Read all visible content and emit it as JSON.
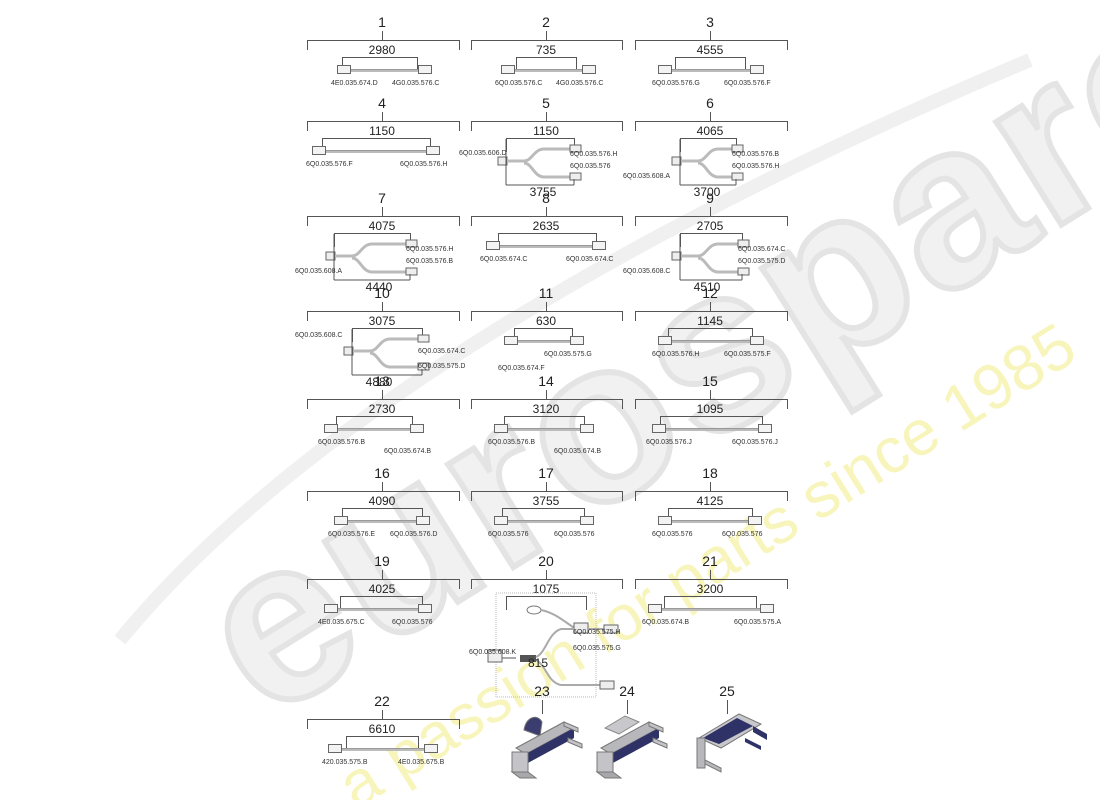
{
  "watermark": {
    "brand": "eurospares",
    "tagline": "a passion for parts since 1985",
    "brand_color": "#e6e6e6",
    "tagline_color": "#f7f3a0"
  },
  "colors": {
    "line": "#555555",
    "text": "#222222",
    "bracket_part_dark": "#2e3266",
    "bracket_part_light": "#b8b8bc"
  },
  "items": [
    {
      "num": "1",
      "length": "2980",
      "left_pn": "4E0.035.674.D",
      "right_pn": "4G0.035.576.C"
    },
    {
      "num": "2",
      "length": "735",
      "left_pn": "6Q0.035.576.C",
      "right_pn": "4G0.035.576.C"
    },
    {
      "num": "3",
      "length": "4555",
      "left_pn": "6Q0.035.576.G",
      "right_pn": "6Q0.035.576.F"
    },
    {
      "num": "4",
      "length": "1150",
      "left_pn": "6Q0.035.576.F",
      "right_pn": "6Q0.035.576.H"
    },
    {
      "num": "5",
      "length": "1150",
      "length2": "3755",
      "left_pn": "6Q0.035.606.D",
      "right_pn": "6Q0.035.576.H",
      "right_pn2": "6Q0.035.576"
    },
    {
      "num": "6",
      "length": "4065",
      "length2": "3700",
      "left_pn": "6Q0.035.608.A",
      "right_pn": "6Q0.035.576.B",
      "right_pn2": "6Q0.035.576.H"
    },
    {
      "num": "7",
      "length": "4075",
      "length2": "4440",
      "left_pn": "6Q0.035.608.A",
      "right_pn": "6Q0.035.576.H",
      "right_pn2": "6Q0.035.576.B"
    },
    {
      "num": "8",
      "length": "2635",
      "left_pn": "6Q0.035.674.C",
      "right_pn": "6Q0.035.674.C"
    },
    {
      "num": "9",
      "length": "2705",
      "length2": "4510",
      "left_pn": "6Q0.035.608.C",
      "right_pn": "6Q0.035.674.C",
      "right_pn2": "6Q0.035.575.D"
    },
    {
      "num": "10",
      "length": "3075",
      "length2": "4880",
      "left_pn": "6Q0.035.608.C",
      "right_pn": "6Q0.035.674.C",
      "right_pn2": "6Q0.035.575.D"
    },
    {
      "num": "11",
      "length": "630",
      "left_pn": "6Q0.035.674.F",
      "right_pn": "6Q0.035.575.G"
    },
    {
      "num": "12",
      "length": "1145",
      "left_pn": "6Q0.035.576.H",
      "right_pn": "6Q0.035.575.F"
    },
    {
      "num": "13",
      "length": "2730",
      "left_pn": "6Q0.035.576.B",
      "right_pn": "6Q0.035.674.B"
    },
    {
      "num": "14",
      "length": "3120",
      "left_pn": "6Q0.035.576.B",
      "right_pn": "6Q0.035.674.B"
    },
    {
      "num": "15",
      "length": "1095",
      "left_pn": "6Q0.035.576.J",
      "right_pn": "6Q0.035.576.J"
    },
    {
      "num": "16",
      "length": "4090",
      "left_pn": "6Q0.035.576.E",
      "right_pn": "6Q0.035.576.D"
    },
    {
      "num": "17",
      "length": "3755",
      "left_pn": "6Q0.035.576",
      "right_pn": "6Q0.035.576"
    },
    {
      "num": "18",
      "length": "4125",
      "left_pn": "6Q0.035.576",
      "right_pn": "6Q0.035.576"
    },
    {
      "num": "19",
      "length": "4025",
      "left_pn": "4E0.035.675.C",
      "right_pn": "6Q0.035.576"
    },
    {
      "num": "20",
      "length": "1075",
      "length2": "815",
      "left_pn": "6Q0.035.608.K",
      "right_pn": "6Q0.035.575.H",
      "right_pn2": "6Q0.035.575.G"
    },
    {
      "num": "21",
      "length": "3200",
      "left_pn": "6Q0.035.674.B",
      "right_pn": "6Q0.035.575.A"
    },
    {
      "num": "22",
      "length": "6610",
      "left_pn": "420.035.575.B",
      "right_pn": "4E0.035.675.B"
    },
    {
      "num": "23"
    },
    {
      "num": "24"
    },
    {
      "num": "25"
    }
  ]
}
